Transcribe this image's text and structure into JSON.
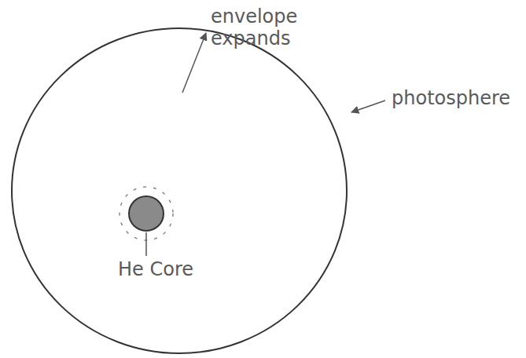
{
  "diagram": {
    "labels": [
      "envelope expands",
      "photosphere",
      "He Core"
    ]
  }
}
